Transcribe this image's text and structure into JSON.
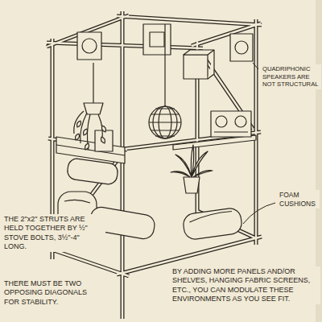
{
  "diagram": {
    "labels": [
      "QUADRIPHONIC SPEAKERS ARE NOT STRUCTURAL",
      "FOAM CUSHIONS",
      "THE 2\"x2\" STRUTS ARE HELD TOGETHER BY ½\" STOVE BOLTS, 3½\"-4\" LONG.",
      "THERE MUST BE TWO OPPOSING DIAGONALS FOR STABILITY.",
      "BY ADDING MORE PANELS AND/OR SHELVES, HANGING FABRIC SCREENS, ETC., YOU CAN MODULATE THESE ENVIRONMENTS AS YOU SEE FIT."
    ]
  }
}
